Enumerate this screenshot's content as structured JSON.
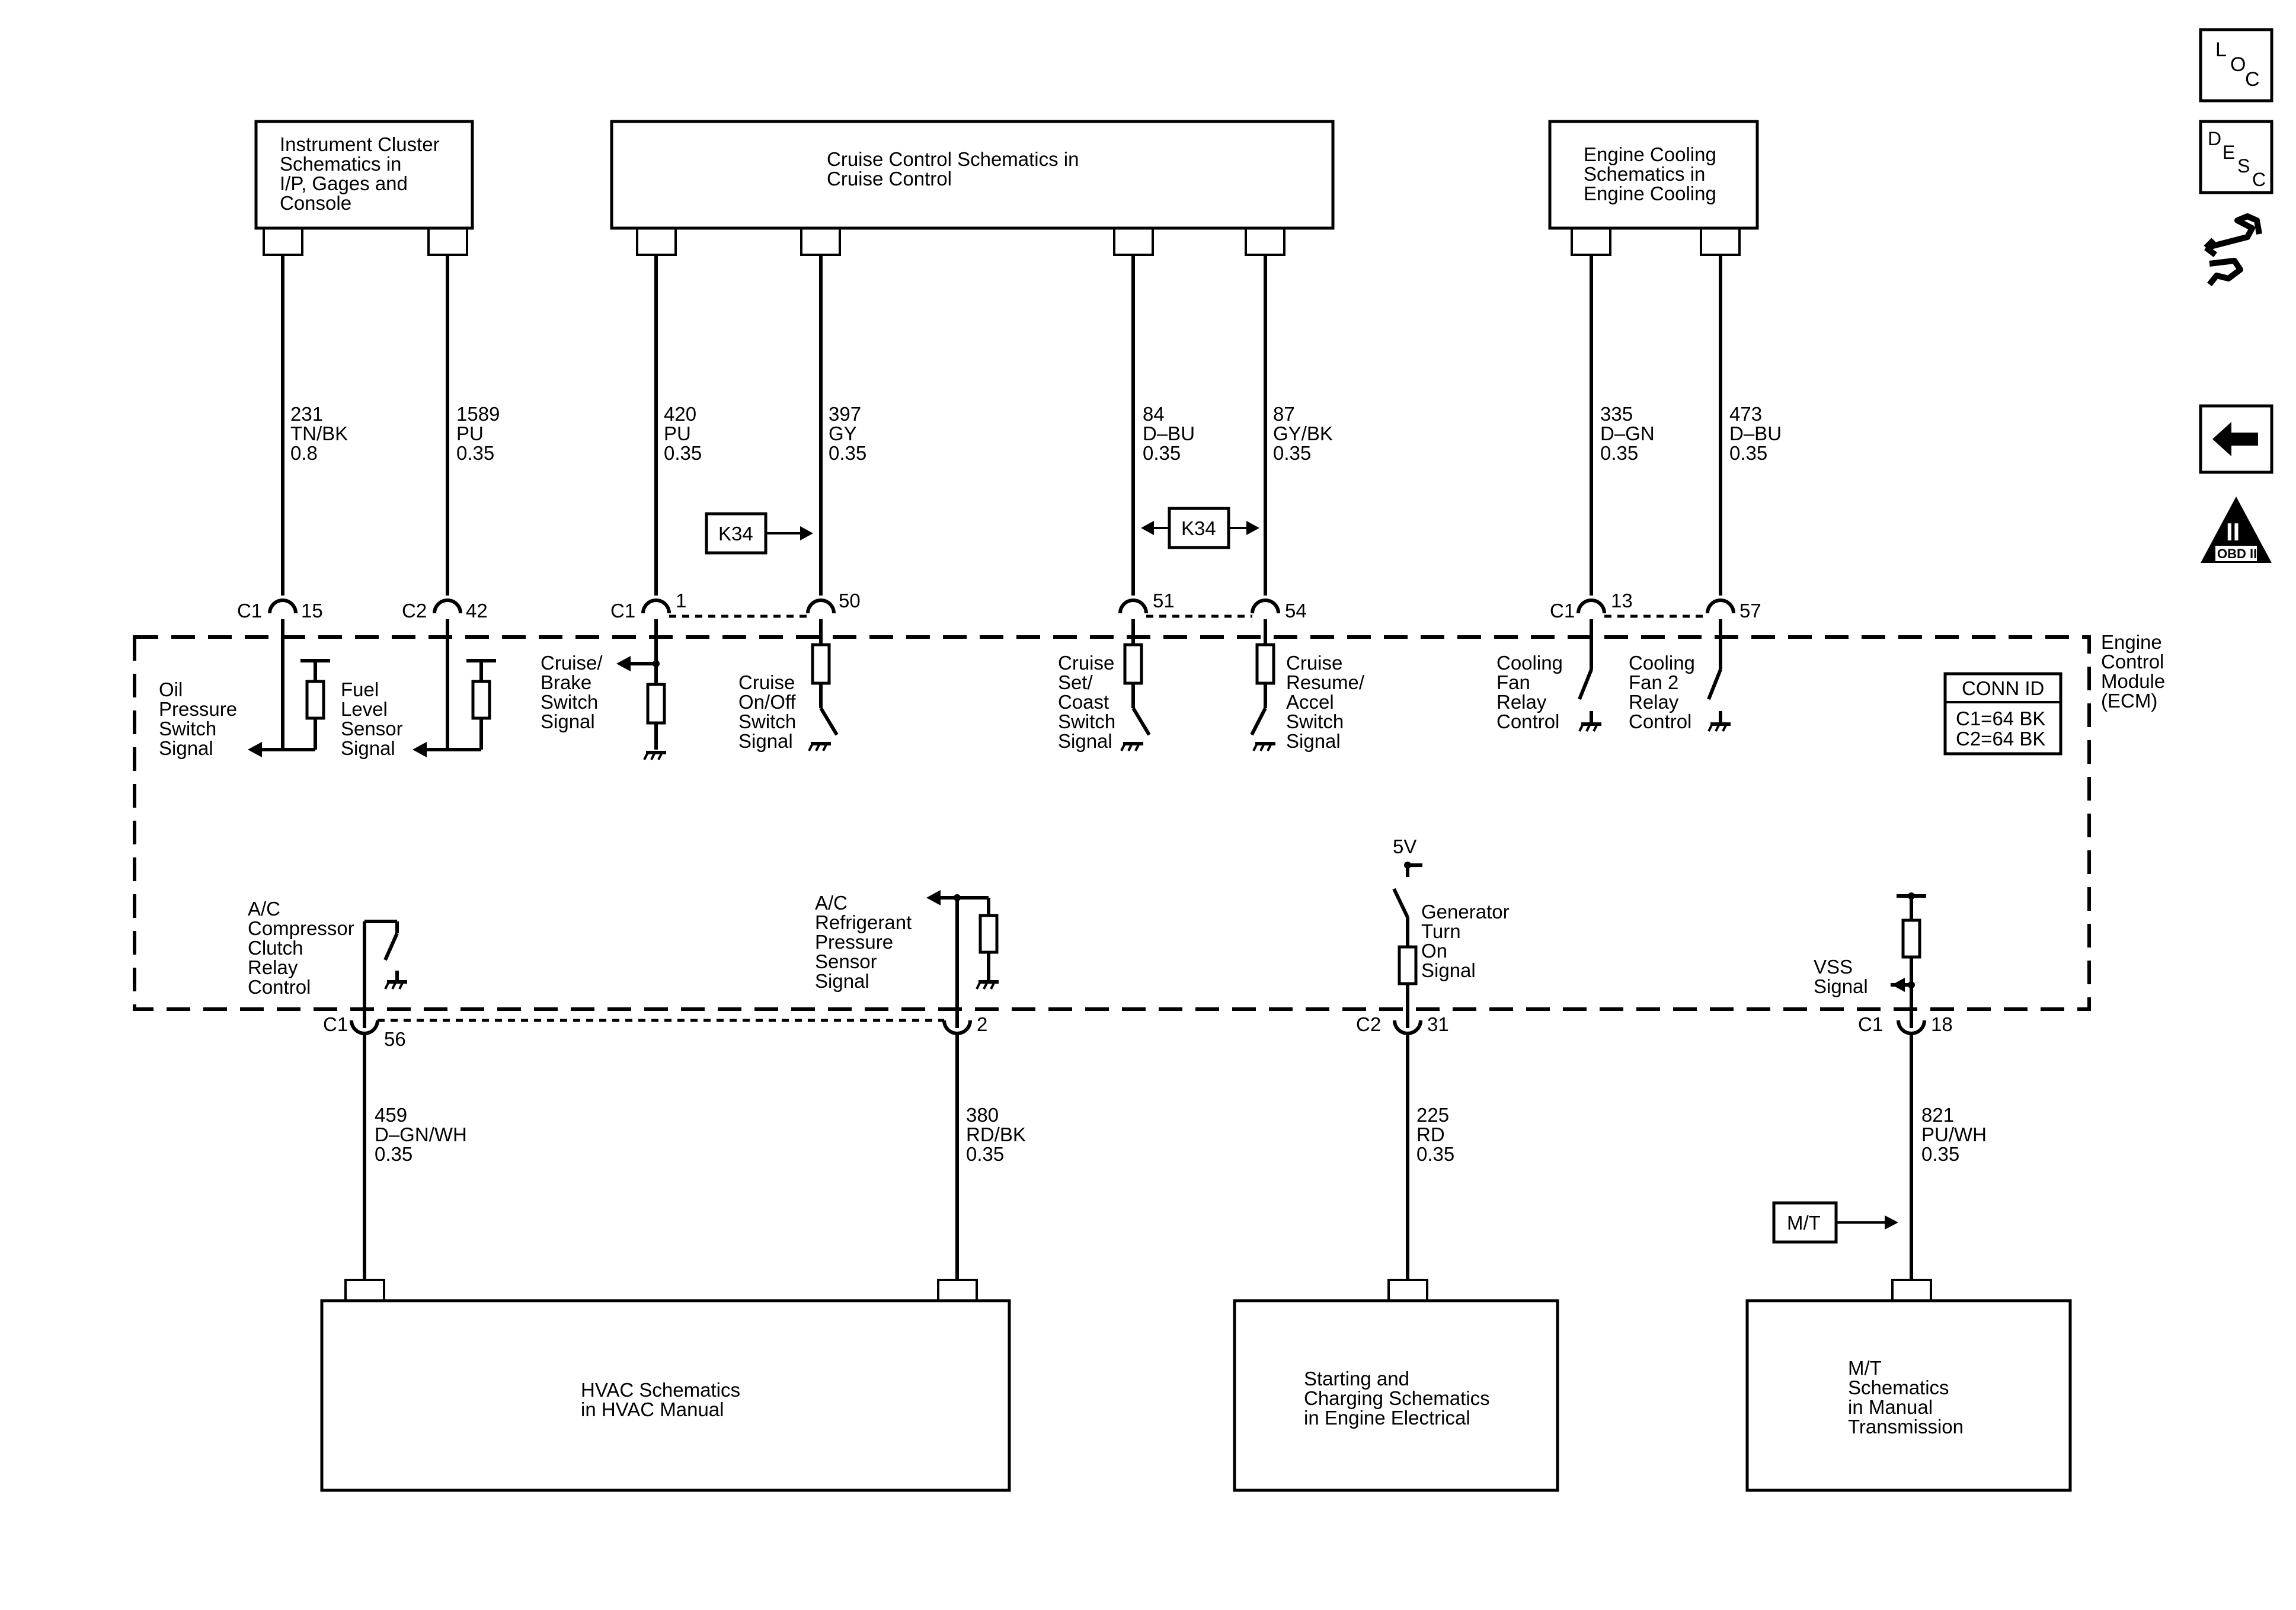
{
  "modules": {
    "top_instrument": [
      "Instrument Cluster",
      "Schematics in",
      "I/P, Gages and",
      "Console"
    ],
    "top_cruise": [
      "Cruise Control Schematics in",
      "Cruise Control"
    ],
    "top_cooling": [
      "Engine Cooling",
      "Schematics in",
      "Engine Cooling"
    ],
    "bottom_hvac": [
      "HVAC Schematics",
      "in HVAC Manual"
    ],
    "bottom_starting": [
      "Starting and",
      "Charging Schematics",
      "in Engine Electrical"
    ],
    "bottom_mt": [
      "M/T",
      "Schematics",
      "in Manual",
      "Transmission"
    ]
  },
  "ecm": {
    "label": [
      "Engine",
      "Control",
      "Module",
      "(ECM)"
    ],
    "conn_id_title": "CONN ID",
    "conn_id_lines": [
      "C1=64 BK",
      "C2=64 BK"
    ]
  },
  "wires": {
    "w231": [
      "231",
      "TN/BK",
      "0.8"
    ],
    "w1589": [
      "1589",
      "PU",
      "0.35"
    ],
    "w420": [
      "420",
      "PU",
      "0.35"
    ],
    "w397": [
      "397",
      "GY",
      "0.35"
    ],
    "w84": [
      "84",
      "D–BU",
      "0.35"
    ],
    "w87": [
      "87",
      "GY/BK",
      "0.35"
    ],
    "w335": [
      "335",
      "D–GN",
      "0.35"
    ],
    "w473": [
      "473",
      "D–BU",
      "0.35"
    ],
    "w459": [
      "459",
      "D–GN/WH",
      "0.35"
    ],
    "w380": [
      "380",
      "RD/BK",
      "0.35"
    ],
    "w225": [
      "225",
      "RD",
      "0.35"
    ],
    "w821": [
      "821",
      "PU/WH",
      "0.35"
    ]
  },
  "pins": {
    "p15": "15",
    "p42": "42",
    "p1": "1",
    "p50": "50",
    "p51": "51",
    "p54": "54",
    "p13": "13",
    "p57": "57",
    "p56": "56",
    "p2": "2",
    "p31": "31",
    "p18": "18"
  },
  "connectors": {
    "c1": "C1",
    "c2": "C2"
  },
  "signals": {
    "oil": [
      "Oil",
      "Pressure",
      "Switch",
      "Signal"
    ],
    "fuel": [
      "Fuel",
      "Level",
      "Sensor",
      "Signal"
    ],
    "cruise_brake": [
      "Cruise/",
      "Brake",
      "Switch",
      "Signal"
    ],
    "cruise_onoff": [
      "Cruise",
      "On/Off",
      "Switch",
      "Signal"
    ],
    "cruise_set": [
      "Cruise",
      "Set/",
      "Coast",
      "Switch",
      "Signal"
    ],
    "cruise_resume": [
      "Cruise",
      "Resume/",
      "Accel",
      "Switch",
      "Signal"
    ],
    "fan1": [
      "Cooling",
      "Fan",
      "Relay",
      "Control"
    ],
    "fan2": [
      "Cooling",
      "Fan 2",
      "Relay",
      "Control"
    ],
    "ac_clutch": [
      "A/C",
      "Compressor",
      "Clutch",
      "Relay",
      "Control"
    ],
    "ac_pressure": [
      "A/C",
      "Refrigerant",
      "Pressure",
      "Sensor",
      "Signal"
    ],
    "generator": [
      "Generator",
      "Turn",
      "On",
      "Signal"
    ],
    "vss": [
      "VSS",
      "Signal"
    ],
    "v5": "5V"
  },
  "options": {
    "k34": "K34",
    "mt": "M/T"
  },
  "side_icons": {
    "loc": [
      "L",
      "O",
      "C"
    ],
    "desc": [
      "D",
      "E",
      "S",
      "C"
    ],
    "obd": [
      "II",
      "OBD II"
    ]
  }
}
